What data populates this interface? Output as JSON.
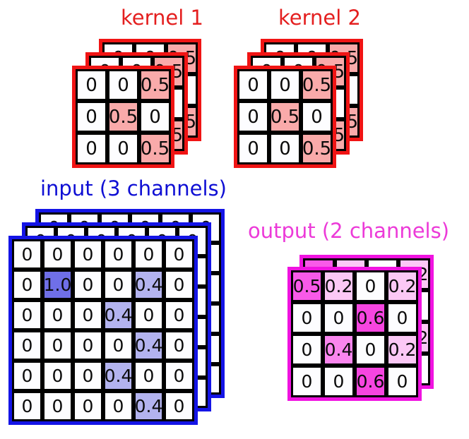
{
  "diagram": {
    "title_kernel1": "kernel 1",
    "title_kernel2": "kernel 2",
    "title_input": "input (3 channels)",
    "title_output": "output (2 channels)",
    "colors": {
      "kernel_outline": "#f01414",
      "kernel_label": "#e41f1f",
      "input_outline": "#1414e6",
      "input_label": "#0f0fd4",
      "output_outline": "#f013e0",
      "output_label": "#ec3ad8",
      "cell_border": "#000000",
      "cell_empty": "#fdfdff",
      "kernel_highlight": "#f9aaaa",
      "input_highlight_strong": "#6f6fe8",
      "input_highlight_light": "#b3b3ef",
      "output_highlight_06": "#f645e0",
      "output_highlight_05": "#f85ae8",
      "output_highlight_04": "#fa86ee",
      "output_highlight_02": "#fbc8f5"
    },
    "kernel": {
      "channels": 3,
      "rows": 3,
      "cols": 3,
      "values": [
        [
          "0",
          "0",
          "0.5"
        ],
        [
          "0",
          "0.5",
          "0"
        ],
        [
          "0",
          "0",
          "0.5"
        ]
      ],
      "fills": [
        [
          "#fdfdff",
          "#fdfdff",
          "#f9aaaa"
        ],
        [
          "#fdfdff",
          "#f9aaaa",
          "#fdfdff"
        ],
        [
          "#fdfdff",
          "#fdfdff",
          "#f9aaaa"
        ]
      ]
    },
    "input": {
      "channels": 3,
      "rows": 6,
      "cols": 6,
      "values": [
        [
          "0",
          "0",
          "0",
          "0",
          "0",
          "0"
        ],
        [
          "0",
          "1.0",
          "0",
          "0",
          "0.4",
          "0"
        ],
        [
          "0",
          "0",
          "0",
          "0.4",
          "0",
          "0"
        ],
        [
          "0",
          "0",
          "0",
          "0",
          "0.4",
          "0"
        ],
        [
          "0",
          "0",
          "0",
          "0.4",
          "0",
          "0"
        ],
        [
          "0",
          "0",
          "0",
          "0",
          "0.4",
          "0"
        ]
      ],
      "fills": [
        [
          "#fdfdff",
          "#fdfdff",
          "#fdfdff",
          "#fdfdff",
          "#fdfdff",
          "#fdfdff"
        ],
        [
          "#fdfdff",
          "#6f6fe8",
          "#fdfdff",
          "#fdfdff",
          "#b3b3ef",
          "#fdfdff"
        ],
        [
          "#fdfdff",
          "#fdfdff",
          "#fdfdff",
          "#b3b3ef",
          "#fdfdff",
          "#fdfdff"
        ],
        [
          "#fdfdff",
          "#fdfdff",
          "#fdfdff",
          "#fdfdff",
          "#b3b3ef",
          "#fdfdff"
        ],
        [
          "#fdfdff",
          "#fdfdff",
          "#fdfdff",
          "#b3b3ef",
          "#fdfdff",
          "#fdfdff"
        ],
        [
          "#fdfdff",
          "#fdfdff",
          "#fdfdff",
          "#fdfdff",
          "#b3b3ef",
          "#fdfdff"
        ]
      ]
    },
    "output": {
      "channels": 2,
      "rows": 4,
      "cols": 4,
      "values": [
        [
          "0.5",
          "0.2",
          "0",
          "0.2"
        ],
        [
          "0",
          "0",
          "0.6",
          "0"
        ],
        [
          "0",
          "0.4",
          "0",
          "0.2"
        ],
        [
          "0",
          "0",
          "0.6",
          "0"
        ]
      ],
      "fills": [
        [
          "#f85ae8",
          "#fbc8f5",
          "#fdfdff",
          "#fbc8f5"
        ],
        [
          "#fdfdff",
          "#fdfdff",
          "#f645e0",
          "#fdfdff"
        ],
        [
          "#fdfdff",
          "#fa86ee",
          "#fdfdff",
          "#fbc8f5"
        ],
        [
          "#fdfdff",
          "#fdfdff",
          "#f645e0",
          "#fdfdff"
        ]
      ]
    }
  }
}
